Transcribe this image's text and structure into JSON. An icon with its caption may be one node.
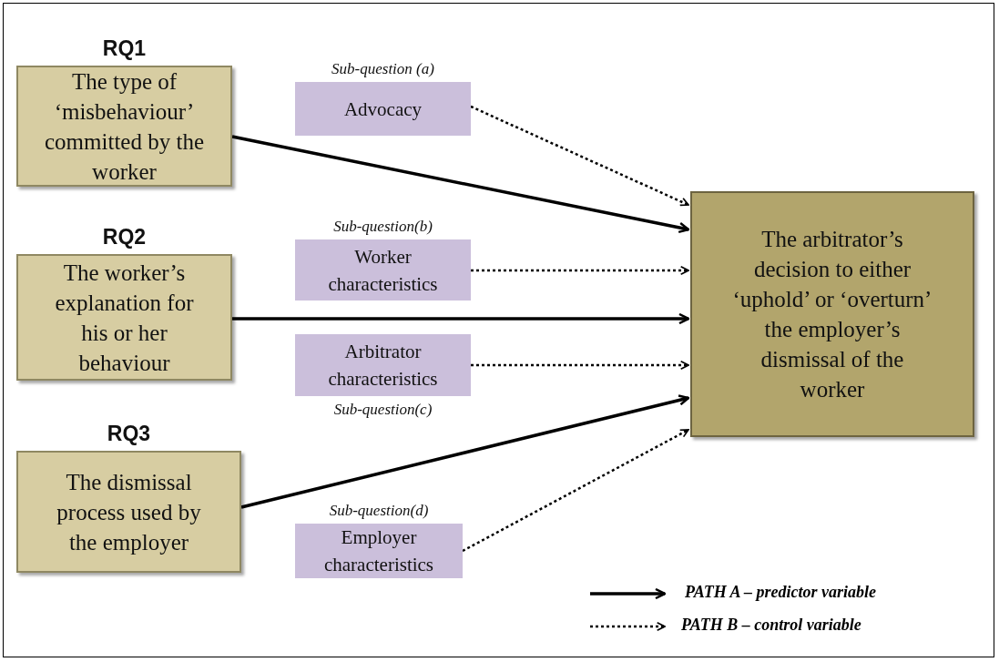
{
  "diagram": {
    "nodes": [
      {
        "text": [
          "RQ1",
          "The type of ‘misbehaviour’ committed by the worker"
        ]
      },
      {
        "text": [
          "Sub-question (a)",
          "Advocacy"
        ]
      },
      {
        "text": [
          "RQ2",
          "The worker’s explanation for his or her behaviour"
        ]
      },
      {
        "text": [
          "Sub-question(b)",
          "Worker characteristics"
        ]
      },
      {
        "text": [
          "Arbitrator characteristics",
          "Sub-question(c)"
        ]
      },
      {
        "text": [
          "RQ3",
          "The dismissal process used by the employer"
        ]
      },
      {
        "text": [
          "Sub-question(d)",
          "Employer characteristics"
        ]
      },
      {
        "text": [
          "The arbitrator’s decision to either ‘uphold’ or ‘overturn’ the employer’s dismissal of the worker"
        ]
      }
    ],
    "edges": [
      {
        "from": 0,
        "to": 7,
        "arrow": "to"
      },
      {
        "from": 1,
        "to": 7,
        "arrow": "to",
        "style": "dashed"
      },
      {
        "from": 3,
        "to": 7,
        "arrow": "to",
        "style": "dashed"
      },
      {
        "from": 2,
        "to": 7,
        "arrow": "to"
      },
      {
        "from": 4,
        "to": 7,
        "arrow": "to",
        "style": "dashed"
      },
      {
        "from": 5,
        "to": 7,
        "arrow": "to"
      },
      {
        "from": 6,
        "to": 7,
        "arrow": "to",
        "style": "dashed"
      }
    ],
    "legend": [
      {
        "text": "PATH A – predictor variable"
      },
      {
        "text": "PATH B – control variable"
      }
    ]
  }
}
